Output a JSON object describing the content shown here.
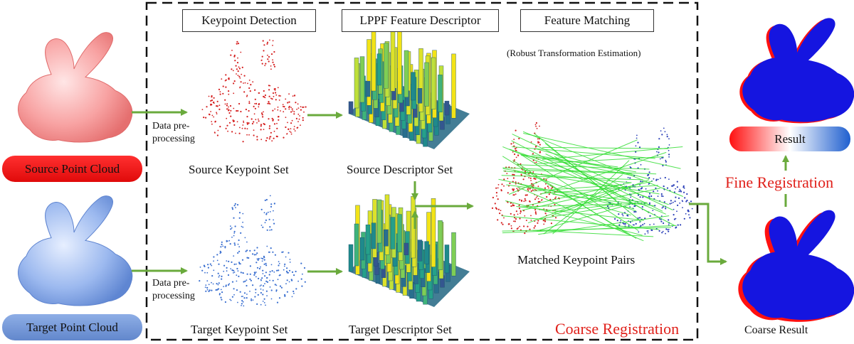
{
  "pipeline": {
    "stages": {
      "keypoint_detection": "Keypoint Detection",
      "lppf_descriptor": "LPPF Feature Descriptor",
      "feature_matching": "Feature Matching"
    },
    "robust_estimation": "(Robust Transformation Estimation)",
    "preprocess_line1": "Data pre-",
    "preprocess_line2": "processing",
    "source_label": "Source Point Cloud",
    "target_label": "Target Point Cloud",
    "source_keypoints": "Source Keypoint Set",
    "target_keypoints": "Target Keypoint Set",
    "source_descriptors": "Source Descriptor Set",
    "target_descriptors": "Target Descriptor Set",
    "matched_pairs": "Matched Keypoint Pairs",
    "coarse_registration": "Coarse Registration",
    "fine_registration": "Fine Registration",
    "result": "Result",
    "coarse_result": "Coarse Result"
  },
  "colors": {
    "source": "#ff1a1a",
    "target": "#6f97d8",
    "arrow": "#6aaa3c",
    "highlight_text": "#e0201a",
    "match_lines": "#33dd33",
    "overlay_red": "#ff1010",
    "overlay_blue": "#1515e0"
  }
}
